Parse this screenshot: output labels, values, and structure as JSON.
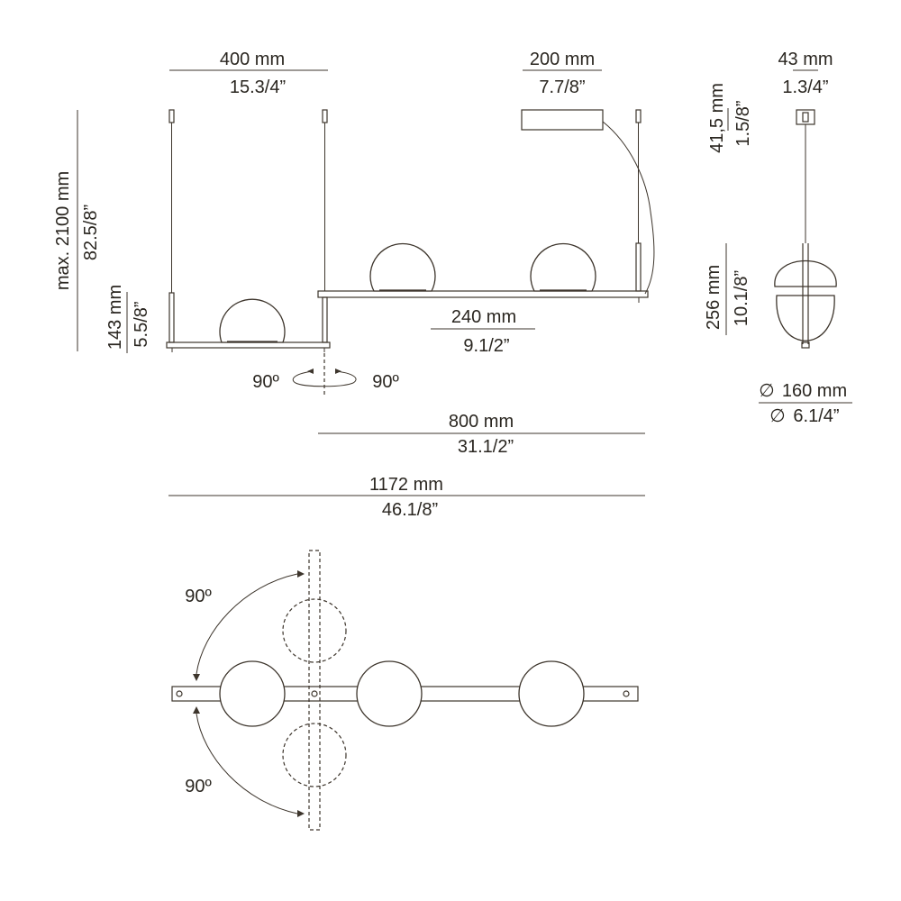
{
  "colors": {
    "line": "#3d352c",
    "text": "#2a2620",
    "background": "#ffffff"
  },
  "dimensions": {
    "width_400": {
      "mm": "400 mm",
      "inch": "15.3/4”"
    },
    "width_200": {
      "mm": "200 mm",
      "inch": "7.7/8”"
    },
    "width_43": {
      "mm": "43 mm",
      "inch": "1.3/4”"
    },
    "canopy_height": {
      "mm": "41,5 mm",
      "inch": "1.5/8”"
    },
    "max_height": {
      "mm": "max. 2100 mm",
      "inch": "82.5/8”"
    },
    "height_143": {
      "mm": "143 mm",
      "inch": "5.5/8”"
    },
    "width_240": {
      "mm": "240 mm",
      "inch": "9.1/2”"
    },
    "height_256": {
      "mm": "256 mm",
      "inch": "10.1/8”"
    },
    "diameter_160": {
      "mm": "160 mm",
      "inch": "6.1/4”",
      "symbol": "∅"
    },
    "width_800": {
      "mm": "800 mm",
      "inch": "31.1/2”"
    },
    "width_1172": {
      "mm": "1172 mm",
      "inch": "46.1/8”"
    }
  },
  "rotation": {
    "front_left": "90º",
    "front_right": "90º",
    "top_upper": "90º",
    "top_lower": "90º"
  }
}
